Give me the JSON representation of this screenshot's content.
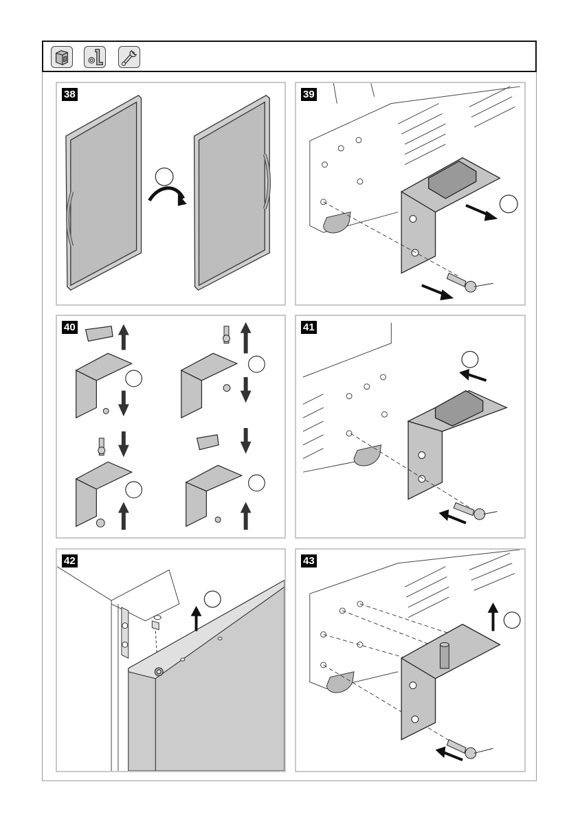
{
  "toolbar": {
    "tools": [
      {
        "name": "cabinet-gloves-icon"
      },
      {
        "name": "allen-key-icon"
      },
      {
        "name": "wrench-icon"
      }
    ]
  },
  "steps": [
    {
      "number": "38"
    },
    {
      "number": "39"
    },
    {
      "number": "40"
    },
    {
      "number": "41"
    },
    {
      "number": "42"
    },
    {
      "number": "43"
    }
  ],
  "colors": {
    "panel_border": "#c8c8c8",
    "part_fill": "#c4c4c4",
    "outline": "#222222"
  }
}
